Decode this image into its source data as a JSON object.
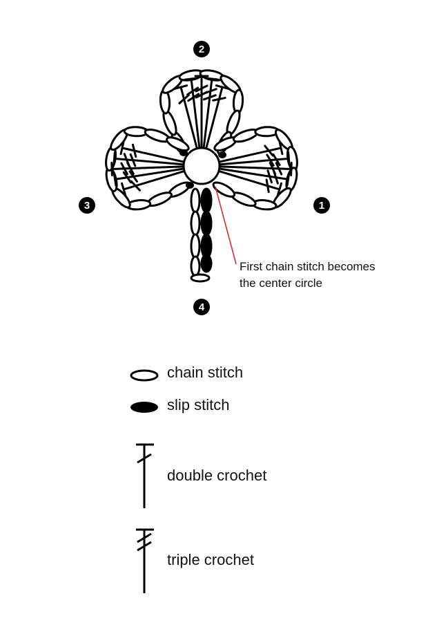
{
  "colors": {
    "ink": "#000000",
    "annotation_line": "#d32f2f",
    "background": "#ffffff"
  },
  "markers": {
    "m1": "1",
    "m2": "2",
    "m3": "3",
    "m4": "4"
  },
  "annotation": {
    "line1": "First chain stitch becomes",
    "line2": "the center circle"
  },
  "legend": {
    "chain": "chain stitch",
    "slip": "slip stitch",
    "double": "double crochet",
    "triple": "triple crochet"
  }
}
